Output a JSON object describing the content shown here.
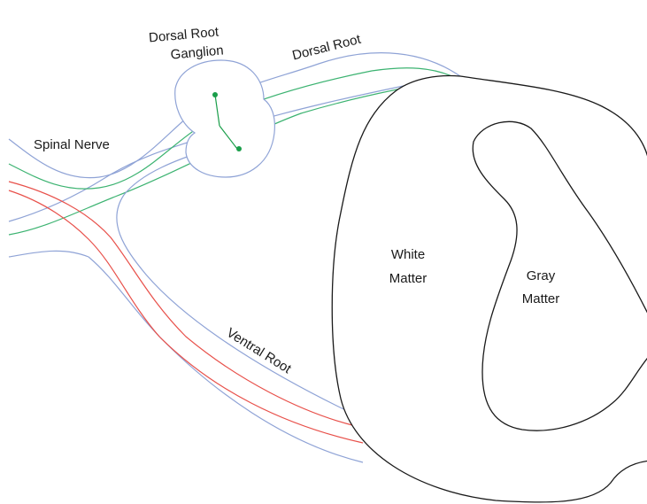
{
  "labels": {
    "dorsal_root_ganglion_line1": "Dorsal Root",
    "dorsal_root_ganglion_line2": "Ganglion",
    "dorsal_root": "Dorsal Root",
    "spinal_nerve": "Spinal Nerve",
    "white_matter_line1": "White",
    "white_matter_line2": "Matter",
    "gray_matter_line1": "Gray",
    "gray_matter_line2": "Matter",
    "ventral_root": "Ventral Root"
  },
  "colors": {
    "outline": "#1a1a1a",
    "nerve_sheath": "#8fa3d6",
    "sensory_fiber": "#3cb371",
    "motor_fiber": "#e8504a"
  }
}
